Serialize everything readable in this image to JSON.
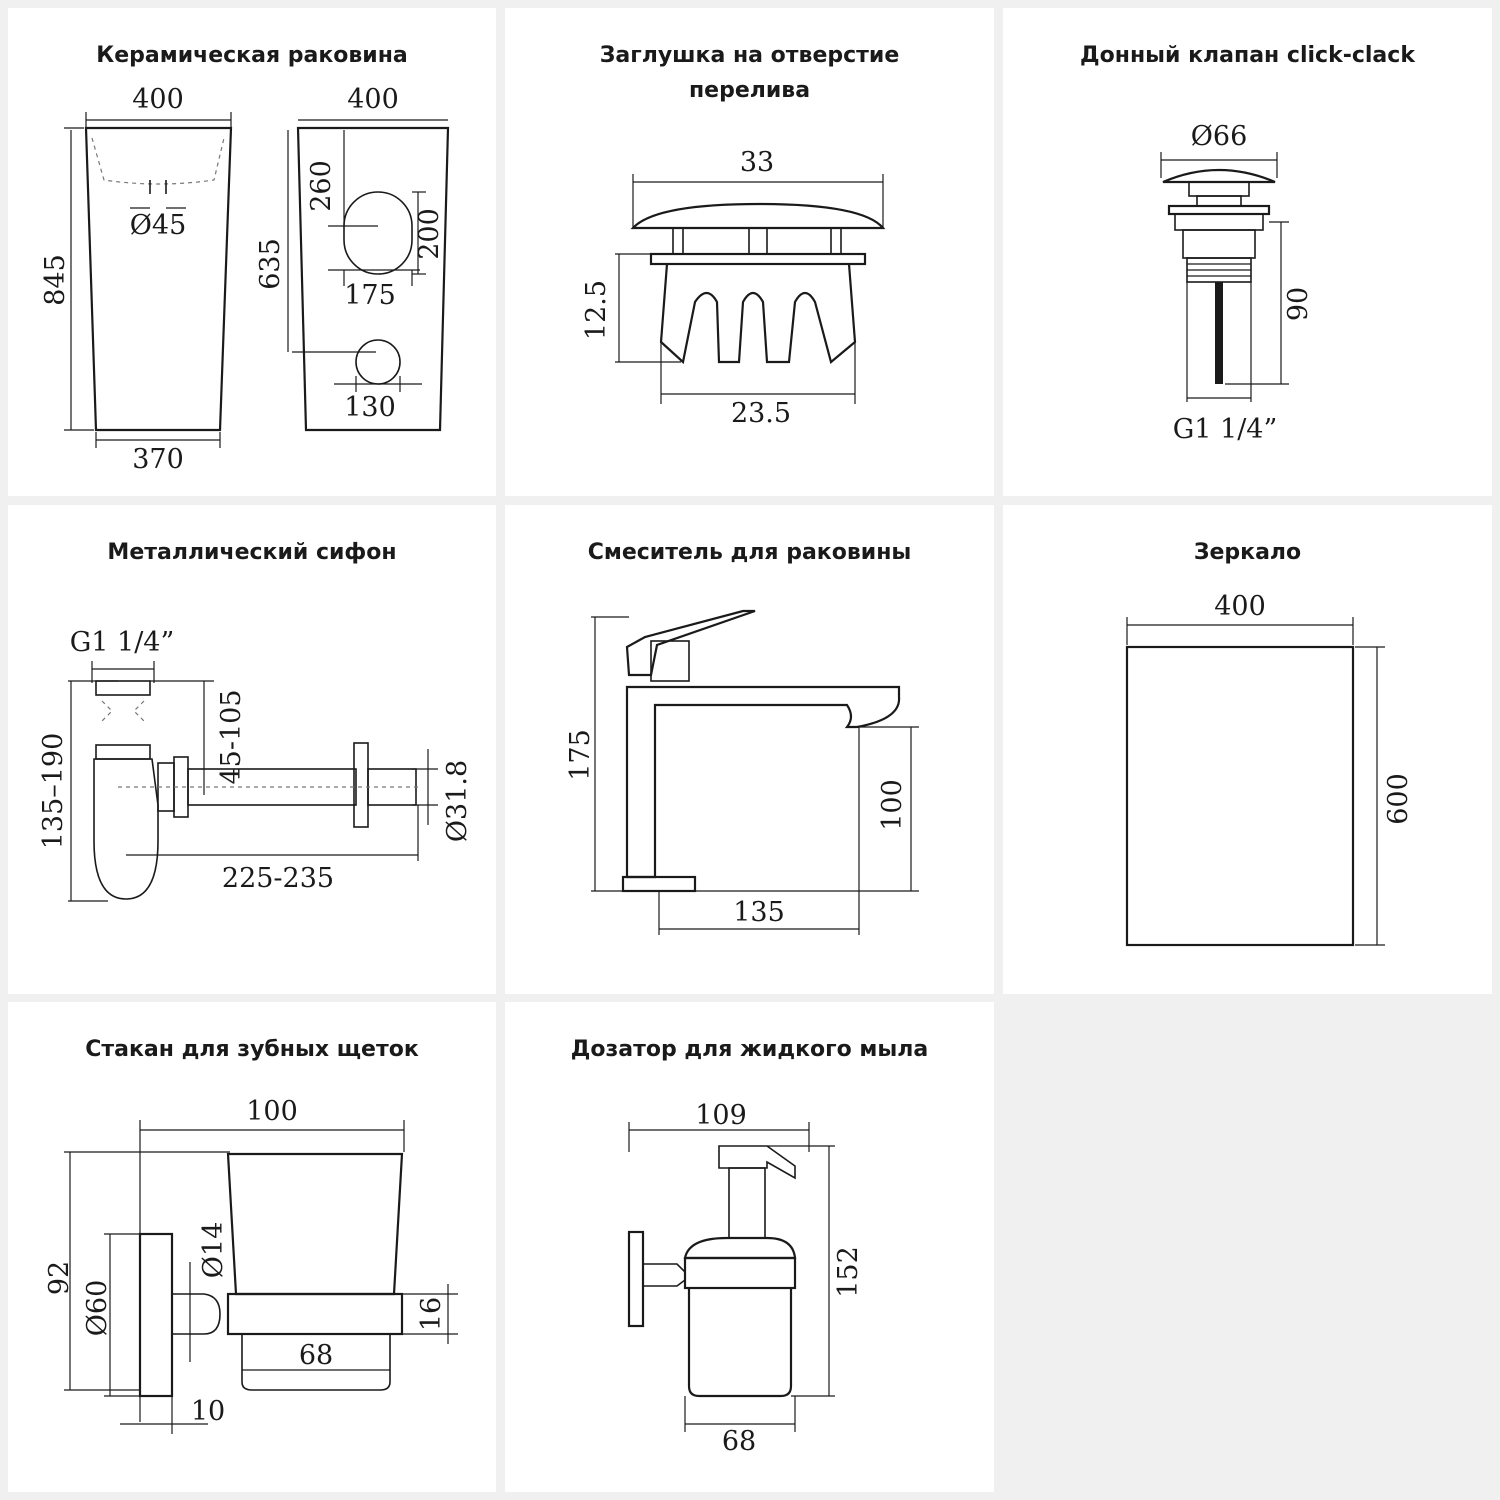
{
  "colors": {
    "background": "#f0f0f0",
    "panel": "#ffffff",
    "ink": "#1a1a1a"
  },
  "panels": [
    {
      "title": "Керамическая раковина",
      "dims": {
        "front_width": "400",
        "side_width": "400",
        "height": "845",
        "hole": "Ø45",
        "base_width": "370",
        "side_height": "635",
        "top_offset": "260",
        "cutout_height": "200",
        "cutout_width": "175",
        "lower_hole": "130"
      }
    },
    {
      "title": "Заглушка на отверстие перелива",
      "dims": {
        "cap_width": "33",
        "height": "12.5",
        "base_width": "23.5"
      }
    },
    {
      "title": "Донный клапан click-clack",
      "dims": {
        "diameter": "Ø66",
        "height": "90",
        "thread": "G1 1/4”"
      }
    },
    {
      "title": "Металлический сифон",
      "dims": {
        "thread": "G1 1/4”",
        "height_range": "135–190",
        "adjust": "45-105",
        "pipe_diameter": "Ø31.8",
        "length": "225-235"
      }
    },
    {
      "title": "Смеситель для раковины",
      "dims": {
        "height": "175",
        "spout_height": "100",
        "reach": "135"
      }
    },
    {
      "title": "Зеркало",
      "dims": {
        "width": "400",
        "height": "600"
      }
    },
    {
      "title": "Стакан для зубных щеток",
      "dims": {
        "width": "100",
        "height": "92",
        "plate": "Ø60",
        "rod": "Ø14",
        "ring": "16",
        "base": "68",
        "depth": "10"
      }
    },
    {
      "title": "Дозатор для жидкого мыла",
      "dims": {
        "width": "109",
        "height": "152",
        "base": "68"
      }
    }
  ]
}
